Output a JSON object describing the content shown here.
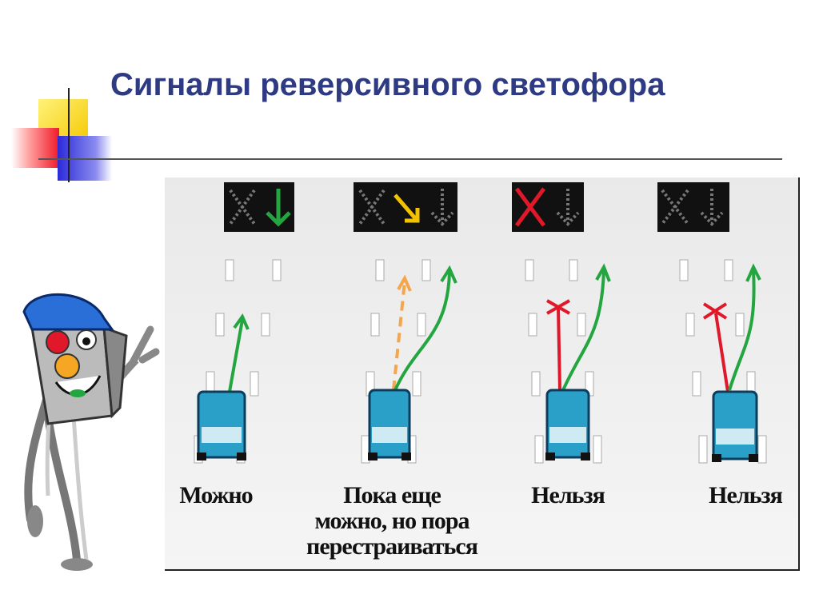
{
  "title": "Сигналы реверсивного светофора",
  "colors": {
    "title": "#2e3a82",
    "green": "#23a640",
    "yellow": "#f2c200",
    "red": "#e0182a",
    "car": "#2aa0c8"
  },
  "signals": [
    {
      "left": "x-off",
      "right": "arrow-down-green",
      "caption": "Можно"
    },
    {
      "left": "x-off",
      "right": "arrow-diagonal-yellow",
      "caption_lines": [
        "Пока еще",
        "можно, но пора",
        "перестраиваться"
      ]
    },
    {
      "left": "x-red",
      "right": "arrow-down-off",
      "caption": "Нельзя"
    },
    {
      "left": "x-off",
      "right": "arrow-down-off",
      "caption": "Нельзя"
    }
  ]
}
